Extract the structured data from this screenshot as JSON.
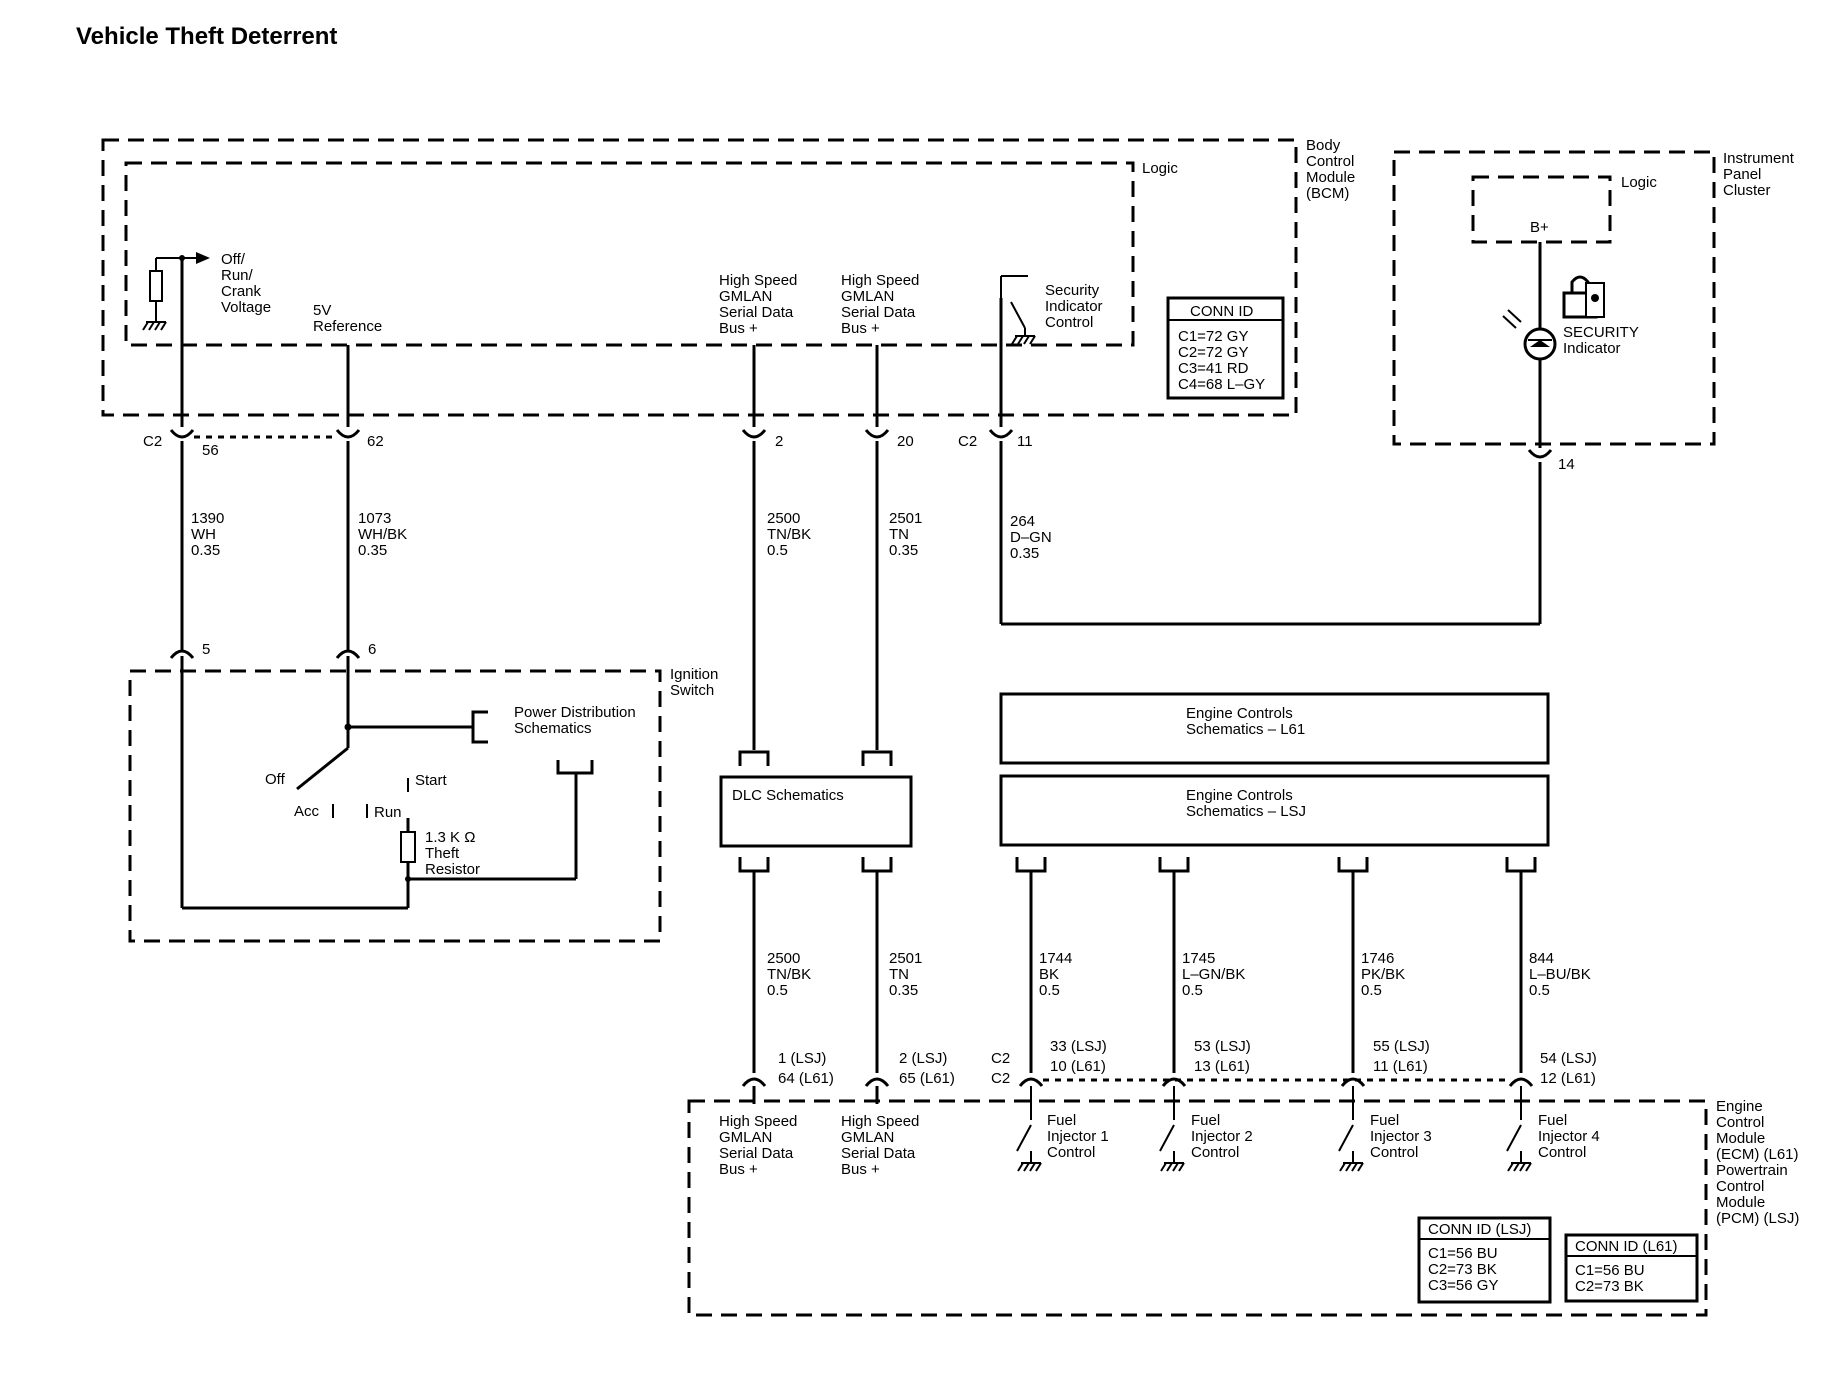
{
  "title": "Vehicle Theft Deterrent",
  "bcm": {
    "name": [
      "Body",
      "Control",
      "Module",
      "(BCM)"
    ],
    "logic": "Logic",
    "off_run_crank": [
      "Off/",
      "Run/",
      "Crank",
      "Voltage"
    ],
    "ref_5v": [
      "5V",
      "Reference"
    ],
    "hs_bus_1": [
      "High Speed",
      "GMLAN",
      "Serial Data",
      "Bus +"
    ],
    "hs_bus_2": [
      "High Speed",
      "GMLAN",
      "Serial Data",
      "Bus +"
    ],
    "security_ctrl": [
      "Security",
      "Indicator",
      "Control"
    ],
    "conn_title": "CONN ID",
    "conn_rows": [
      "C1=72 GY",
      "C2=72 GY",
      "C3=41 RD",
      "C4=68 L–GY"
    ]
  },
  "ipc": {
    "name": [
      "Instrument",
      "Panel",
      "Cluster"
    ],
    "logic": "Logic",
    "bplus": "B+",
    "indicator": [
      "SECURITY",
      "Indicator"
    ],
    "pin": "14"
  },
  "pins_top": {
    "c2_a": "C2",
    "p56": "56",
    "p62": "62",
    "p2": "2",
    "p20": "20",
    "c2_b": "C2",
    "p11": "11"
  },
  "wires_top": {
    "w1390": [
      "1390",
      "WH",
      "0.35"
    ],
    "w1073": [
      "1073",
      "WH/BK",
      "0.35"
    ],
    "w2500": [
      "2500",
      "TN/BK",
      "0.5"
    ],
    "w2501": [
      "2501",
      "TN",
      "0.35"
    ],
    "w264": [
      "264",
      "D–GN",
      "0.35"
    ]
  },
  "ignition": {
    "name": [
      "Ignition",
      "Switch"
    ],
    "p5": "5",
    "p6": "6",
    "power_dist": [
      "Power Distribution",
      "Schematics"
    ],
    "off": "Off",
    "acc": "Acc",
    "run": "Run",
    "start": "Start",
    "resistor": [
      "1.3 K Ω",
      "Theft",
      "Resistor"
    ]
  },
  "dlc": "DLC Schematics",
  "engine_l61": [
    "Engine Controls",
    "Schematics – L61"
  ],
  "engine_lsj": [
    "Engine Controls",
    "Schematics – LSJ"
  ],
  "wires_bottom": {
    "w2500": [
      "2500",
      "TN/BK",
      "0.5"
    ],
    "w2501": [
      "2501",
      "TN",
      "0.35"
    ],
    "w1744": [
      "1744",
      "BK",
      "0.5"
    ],
    "w1745": [
      "1745",
      "L–GN/BK",
      "0.5"
    ],
    "w1746": [
      "1746",
      "PK/BK",
      "0.5"
    ],
    "w844": [
      "844",
      "L–BU/BK",
      "0.5"
    ]
  },
  "pins_bottom": {
    "pa": [
      "1 (LSJ)",
      "64 (L61)"
    ],
    "pb": [
      "2 (LSJ)",
      "65 (L61)"
    ],
    "c2": [
      "C2",
      "C2"
    ],
    "pc": [
      "33 (LSJ)",
      "10 (L61)"
    ],
    "pd": [
      "53 (LSJ)",
      "13 (L61)"
    ],
    "pe": [
      "55 (LSJ)",
      "11 (L61)"
    ],
    "pf": [
      "54 (LSJ)",
      "12 (L61)"
    ]
  },
  "ecm": {
    "name": [
      "Engine",
      "Control",
      "Module",
      "(ECM) (L61)",
      "Powertrain",
      "Control",
      "Module",
      "(PCM) (LSJ)"
    ],
    "hs_bus_1": [
      "High Speed",
      "GMLAN",
      "Serial Data",
      "Bus +"
    ],
    "hs_bus_2": [
      "High Speed",
      "GMLAN",
      "Serial Data",
      "Bus +"
    ],
    "inj1": [
      "Fuel",
      "Injector 1",
      "Control"
    ],
    "inj2": [
      "Fuel",
      "Injector 2",
      "Control"
    ],
    "inj3": [
      "Fuel",
      "Injector 3",
      "Control"
    ],
    "inj4": [
      "Fuel",
      "Injector 4",
      "Control"
    ],
    "conn_lsj_title": "CONN ID (LSJ)",
    "conn_lsj_rows": [
      "C1=56 BU",
      "C2=73 BK",
      "C3=56 GY"
    ],
    "conn_l61_title": "CONN ID (L61)",
    "conn_l61_rows": [
      "C1=56 BU",
      "C2=73 BK"
    ]
  }
}
